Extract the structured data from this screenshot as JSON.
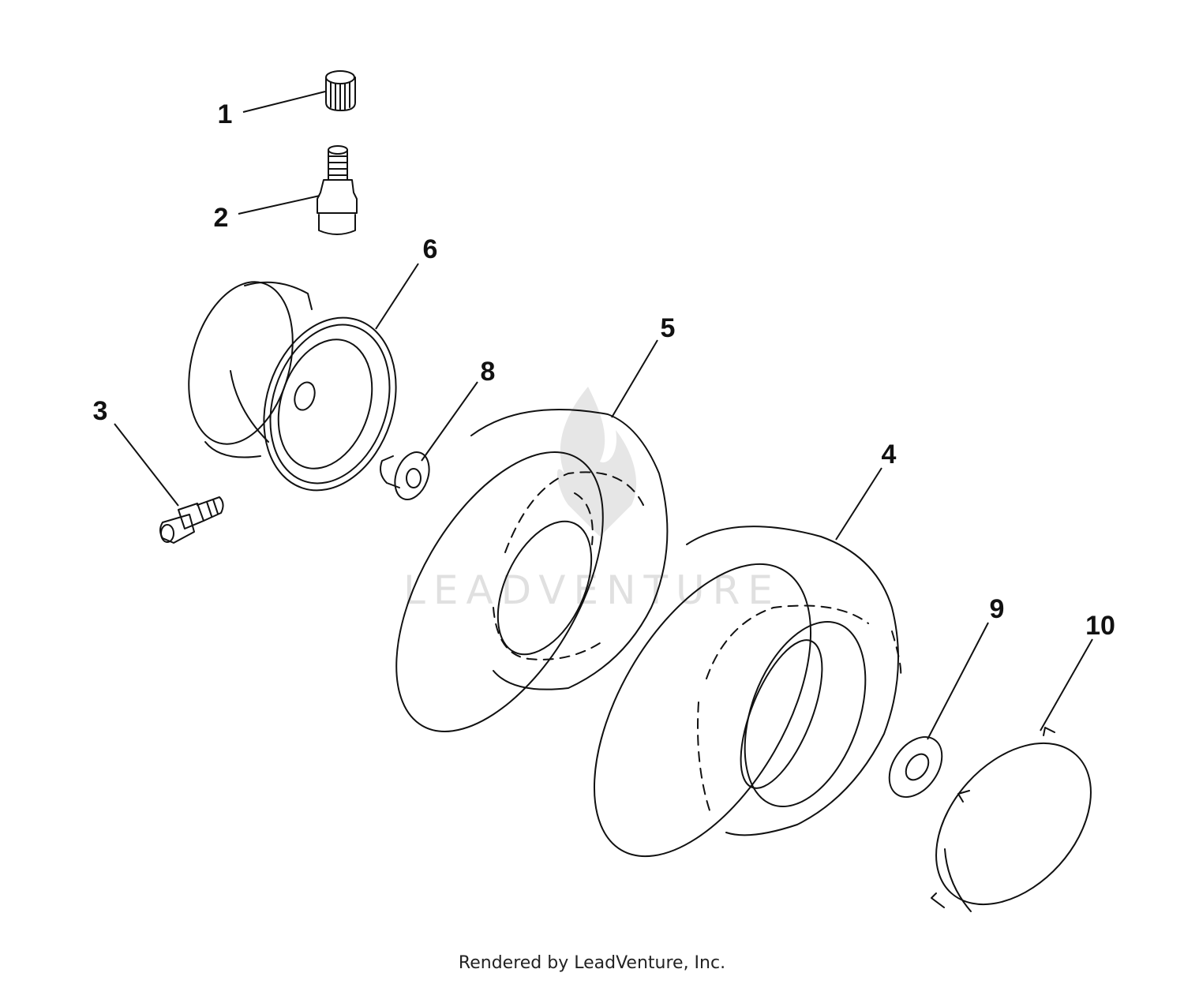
{
  "watermark": {
    "text": "LEADVENTURE"
  },
  "callouts": [
    "1",
    "2",
    "3",
    "4",
    "5",
    "6",
    "8",
    "9",
    "10"
  ],
  "footer": {
    "credit": "Rendered by LeadVenture, Inc."
  },
  "colors": {
    "line": "#111111",
    "watermark": "#c8c8c8",
    "background": "#ffffff"
  }
}
